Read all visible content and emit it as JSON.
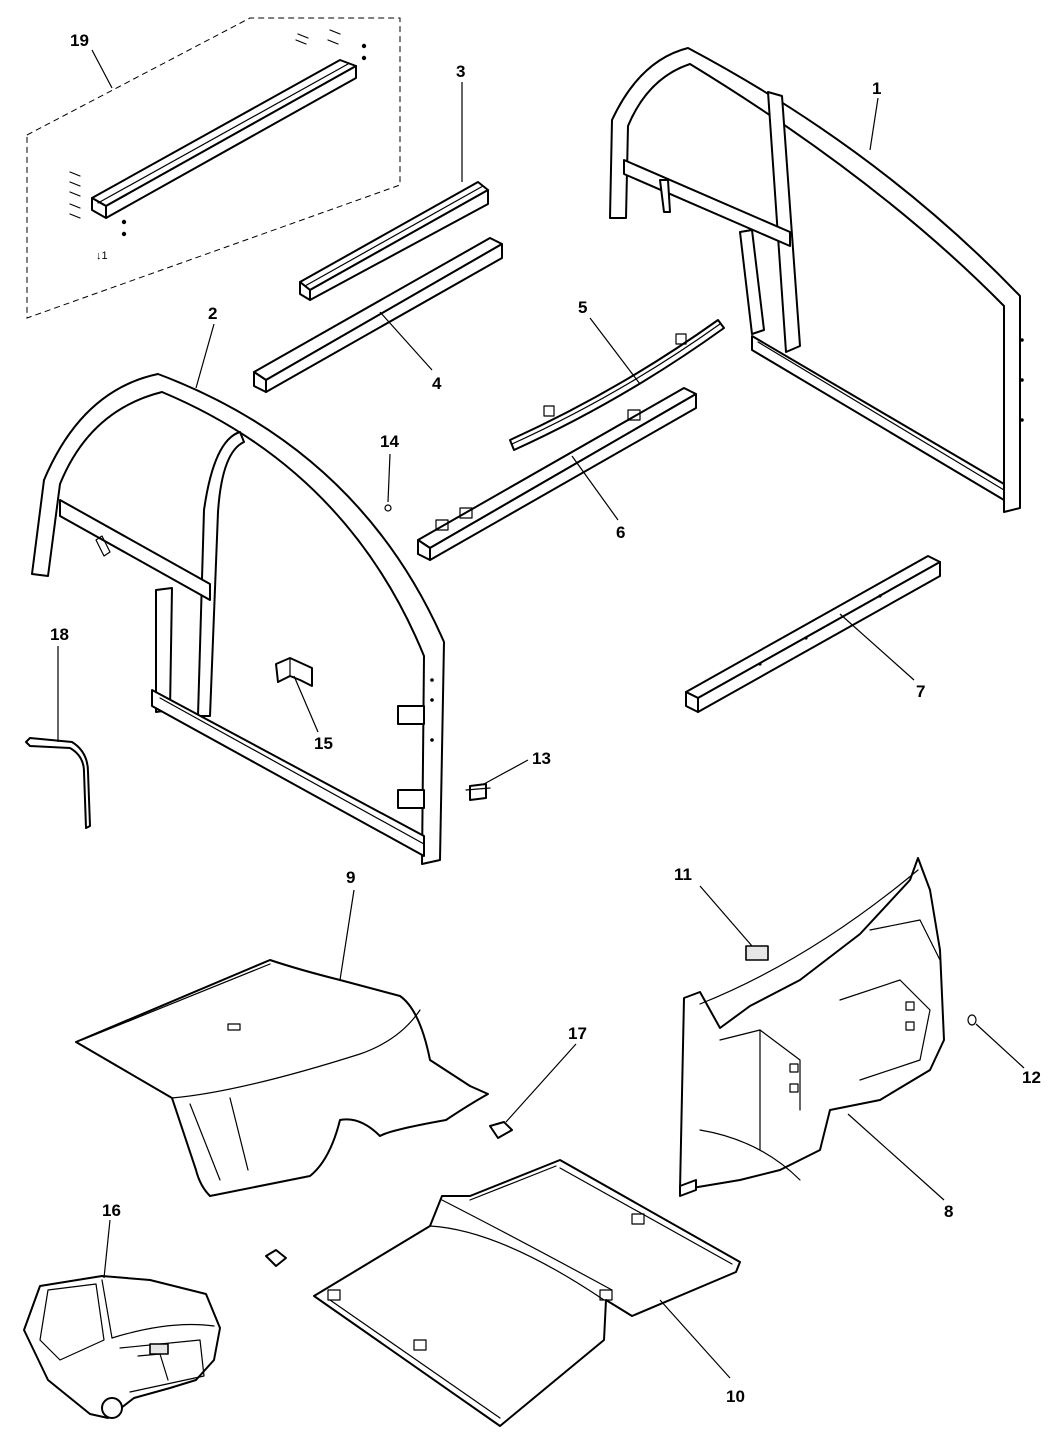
{
  "callouts": [
    {
      "id": "1",
      "label": "1"
    },
    {
      "id": "2",
      "label": "2"
    },
    {
      "id": "3",
      "label": "3"
    },
    {
      "id": "4",
      "label": "4"
    },
    {
      "id": "5",
      "label": "5"
    },
    {
      "id": "6",
      "label": "6"
    },
    {
      "id": "7",
      "label": "7"
    },
    {
      "id": "8",
      "label": "8"
    },
    {
      "id": "9",
      "label": "9"
    },
    {
      "id": "10",
      "label": "10"
    },
    {
      "id": "11",
      "label": "11"
    },
    {
      "id": "12",
      "label": "12"
    },
    {
      "id": "13",
      "label": "13"
    },
    {
      "id": "14",
      "label": "14"
    },
    {
      "id": "15",
      "label": "15"
    },
    {
      "id": "16",
      "label": "16"
    },
    {
      "id": "17",
      "label": "17"
    },
    {
      "id": "18",
      "label": "18"
    },
    {
      "id": "19",
      "label": "19"
    }
  ],
  "kit_note": "↓1"
}
